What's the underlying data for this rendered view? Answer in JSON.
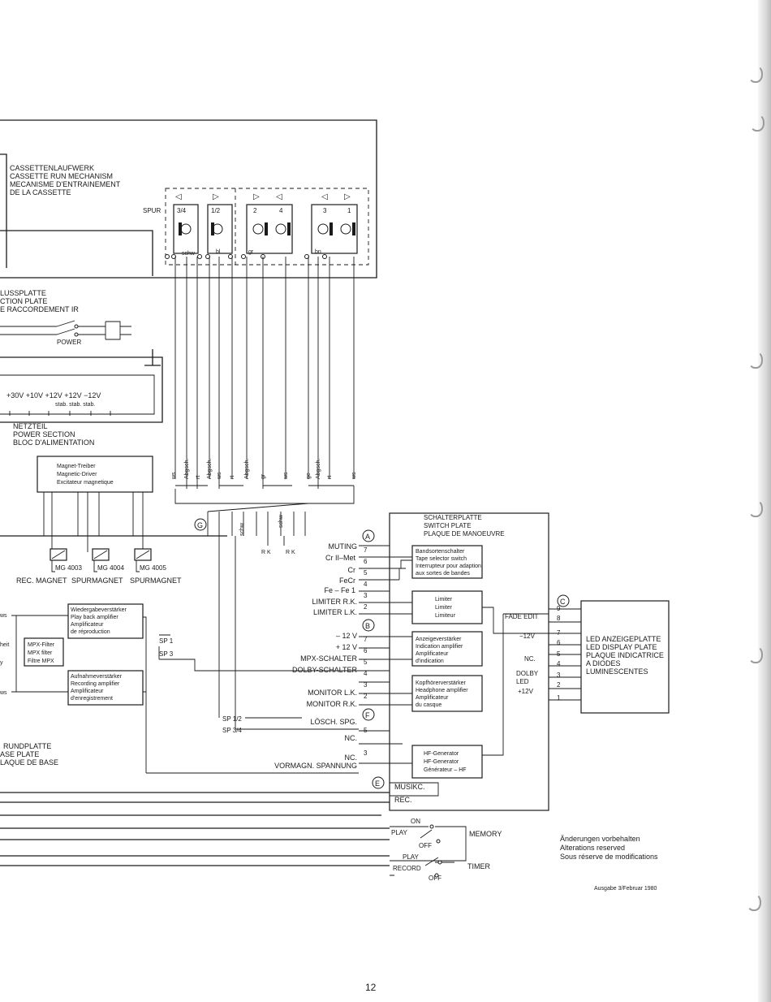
{
  "cassette": {
    "line1": "CASSETTENLAUFWERK",
    "line2": "CASSETTE RUN MECHANISM",
    "line3": "MECANISME D'ENTRAINEMENT",
    "line4": "DE LA CASSETTE",
    "spur": "SPUR"
  },
  "heads": {
    "h1": "3/4",
    "h2": "1/2",
    "h3": "2",
    "h4": "4",
    "h5": "3",
    "h6": "1",
    "schw": "schw",
    "bl": "bl",
    "gr": "gr",
    "bn": "bn"
  },
  "connector": {
    "line1": "LUSSPLATTE",
    "line2": "CTION PLATE",
    "line3": "E RACCORDEMENT IR",
    "power": "POWER"
  },
  "power_section": {
    "voltages": "+30V  +10V  +12V  +12V  −12V",
    "stab": "stab.  stab.  stab.",
    "line1": "NETZTEIL",
    "line2": "POWER SECTION",
    "line3": "BLOC D'ALIMENTATION"
  },
  "magnet_driver": {
    "line1": "Magnet-Treiber",
    "line2": "Magnetic-Driver",
    "line3": "Excitateur magnetique"
  },
  "magnets": {
    "mg1": "MG 4003",
    "mg2": "MG 4004",
    "mg3": "MG 4005",
    "label1": "REC. MAGNET",
    "label2": "SPURMAGNET",
    "label3": "SPURMAGNET"
  },
  "wire_labels": {
    "ws": "ws",
    "abgsch": "Abgsch.",
    "rt": "rt",
    "wsfb": "ws",
    "ge": "ge",
    "schw": "schw",
    "gr": "gr",
    "rk": "R K"
  },
  "markers": {
    "a": "A",
    "b": "B",
    "c": "C",
    "e": "E",
    "f": "F",
    "g": "G"
  },
  "switch_plate": {
    "line1": "SCHALTERPLATTE",
    "line2": "SWITCH PLATE",
    "line3": "PLAQUE DE MANOEUVRE"
  },
  "tape_selector": {
    "line1": "Bandsortenschalter",
    "line2": "Tape selector switch",
    "line3": "Interrupteur pour adaption",
    "line4": "aux sortes de bandes"
  },
  "limiter": {
    "line1": "Limiter",
    "line2": "Limiter",
    "line3": "Limiteur"
  },
  "indicator_amp": {
    "line1": "Anzeigeverstärker",
    "line2": "Indication amplifier",
    "line3": "Amplificateur",
    "line4": "d'indication"
  },
  "headphone_amp": {
    "line1": "Kopfhörerverstärker",
    "line2": "Headphone amplifier",
    "line3": "Amplificateur",
    "line4": "du casque"
  },
  "hf_gen": {
    "line1": "HF-Generator",
    "line2": "HF-Generator",
    "line3": "Générateur – HF"
  },
  "playback_amp": {
    "line1": "Wiedergabeverstärker",
    "line2": "Play back amplifier",
    "line3": "Amplificateur",
    "line4": "de réproduction"
  },
  "record_amp": {
    "line1": "Aufnahmeverstärker",
    "line2": "Recording amplifier",
    "line3": "Amplificateur",
    "line4": "d'enregistrement"
  },
  "mpx": {
    "line1": "MPX-Filter",
    "line2": "MPX filter",
    "line3": "Filtre MPX",
    "cut1": "heit",
    "cut2": "y"
  },
  "base_plate": {
    "line1": "RUNDPLATTE",
    "line2": "ASE PLATE",
    "line3": "LAQUE DE BASE"
  },
  "signals": {
    "muting": "MUTING",
    "crmet": "Cr II–Met",
    "cr": "Cr",
    "fecr": "FeCr",
    "fefe": "Fe – Fe 1",
    "limrk": "LIMITER R.K.",
    "limlk": "LIMITER L.K.",
    "m12": "– 12 V",
    "p12": "+ 12 V",
    "mpxs": "MPX-SCHALTER",
    "dolbys": "DOLBY-SCHALTER",
    "monlk": "MONITOR L.K.",
    "monrk": "MONITOR R.K.",
    "losch": "LÖSCH. SPG.",
    "nc": "NC.",
    "vormagn": "VORMAGN. SPANNUNG",
    "sp1": "SP 1",
    "sp3": "SP 3",
    "sp12": "SP 1/2",
    "sp34": "SP 3/4",
    "musikc": "MUSIKC.",
    "rec": "REC."
  },
  "led_plate": {
    "line1": "LED ANZEIGEPLATTE",
    "line2": "LED DISPLAY PLATE",
    "line3": "PLAQUE INDICATRICE",
    "line4": "A DIODES",
    "line5": "LUMINESCENTES",
    "fade": "FADE EDIT",
    "m12": "−12V",
    "nc": "NC.",
    "dolby": "DOLBY",
    "led": "LED",
    "p12": "+12V"
  },
  "pins": {
    "p9": "9",
    "p8": "8",
    "p7": "7",
    "p6": "6",
    "p5": "5",
    "p4": "4",
    "p3": "3",
    "p2": "2",
    "p1": "1"
  },
  "switches": {
    "on": "ON",
    "play": "PLAY",
    "off": "OFF",
    "memory": "MEMORY",
    "play2": "PLAY",
    "record": "RECORD",
    "off2": "OFF",
    "timer": "TIMER"
  },
  "notes": {
    "line1": "Änderungen vorbehalten",
    "line2": "Alterations reserved",
    "line3": "Sous réserve de modifications",
    "edition": "Ausgabe 3/Februar 1980"
  },
  "page_number": "12"
}
